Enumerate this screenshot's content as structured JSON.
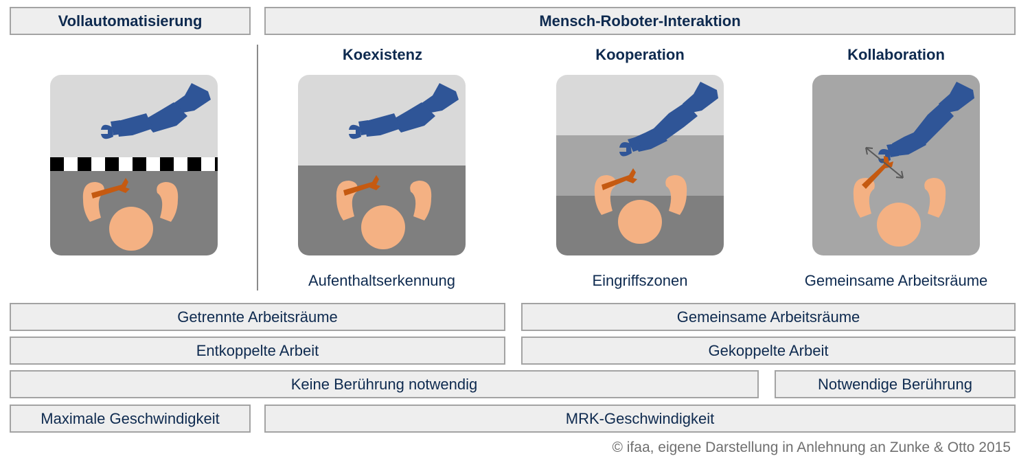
{
  "headers": {
    "full_automation": "Vollautomatisierung",
    "hri": "Mensch-Roboter-Interaktion"
  },
  "modes": [
    {
      "title": "",
      "caption": ""
    },
    {
      "title": "Koexistenz",
      "caption": "Aufenthaltserkennung"
    },
    {
      "title": "Kooperation",
      "caption": "Eingriffszonen"
    },
    {
      "title": "Kollaboration",
      "caption": "Gemeinsame Arbeitsräume"
    }
  ],
  "rows": {
    "workspace": {
      "separate": "Getrennte Arbeitsräume",
      "shared": "Gemeinsame Arbeitsräume"
    },
    "work": {
      "decoupled": "Entkoppelte Arbeit",
      "coupled": "Gekoppelte Arbeit"
    },
    "contact": {
      "none": "Keine Berührung notwendig",
      "required": "Notwendige Berührung"
    },
    "speed": {
      "max": "Maximale Geschwindigkeit",
      "hrc": "MRK-Geschwindigkeit"
    }
  },
  "copyright": "© ifaa, eigene Darstellung in Anlehnung an Zunke & Otto 2015",
  "colors": {
    "robot": "#2f5597",
    "skin": "#f4b183",
    "tool": "#c55a11",
    "text": "#0e2a4f",
    "box_fill": "#eeeeee",
    "box_border": "#a3a3a3"
  }
}
